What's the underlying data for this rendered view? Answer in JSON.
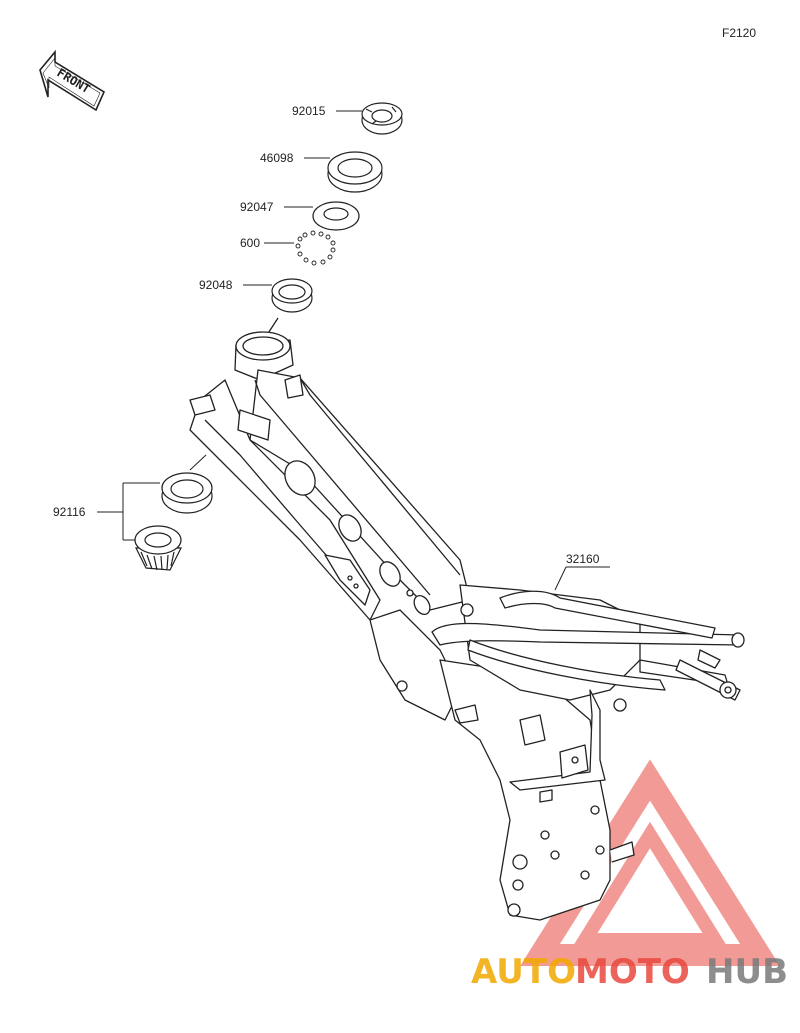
{
  "figure_code": "F2120",
  "front_label": "FRONT",
  "parts": [
    {
      "id": "92015",
      "label": "92015"
    },
    {
      "id": "46098",
      "label": "46098"
    },
    {
      "id": "92047",
      "label": "92047"
    },
    {
      "id": "600",
      "label": "600"
    },
    {
      "id": "92048",
      "label": "92048"
    },
    {
      "id": "92116",
      "label": "92116"
    },
    {
      "id": "32160",
      "label": "32160"
    }
  ],
  "watermark": {
    "auto": "AUTO",
    "moto": "MOTO",
    "hub": "HUB",
    "colors": {
      "triangle": "#e8483f",
      "auto": "#f2a900",
      "moto": "#e8483f",
      "hub": "#7a7a7a"
    }
  }
}
